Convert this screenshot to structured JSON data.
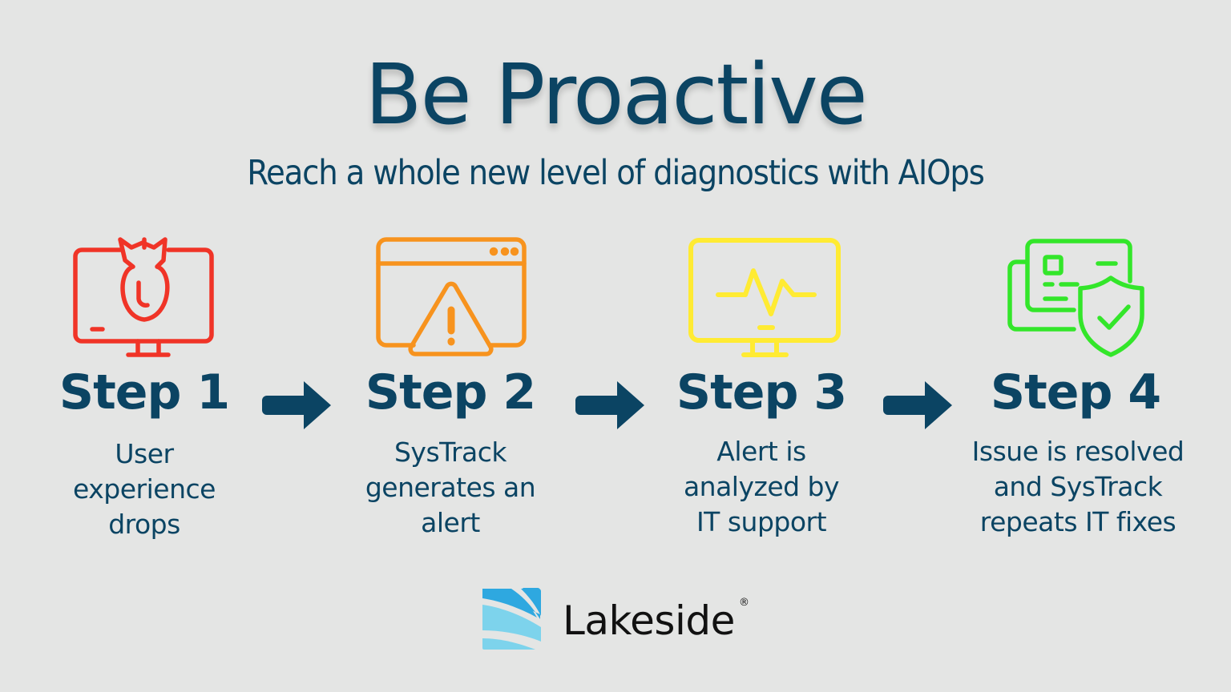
{
  "header": {
    "title": "Be Proactive",
    "subtitle": "Reach a whole new level of diagnostics with AIOps"
  },
  "steps": [
    {
      "title": "Step 1",
      "lines": [
        "User",
        "experience",
        "drops"
      ],
      "icon": "monitor-bomb-icon",
      "color": "#f03427"
    },
    {
      "title": "Step 2",
      "lines": [
        "SysTrack",
        "generates an",
        "alert"
      ],
      "icon": "browser-warning-icon",
      "color": "#f7931e"
    },
    {
      "title": "Step 3",
      "lines": [
        "Alert is",
        "analyzed by",
        "IT support"
      ],
      "icon": "monitor-pulse-icon",
      "color": "#ffeb33"
    },
    {
      "title": "Step 4",
      "lines": [
        "Issue is resolved",
        "and SysTrack",
        "repeats IT fixes"
      ],
      "icon": "card-shield-check-icon",
      "color": "#33e62a"
    }
  ],
  "arrows": {
    "count": 3,
    "color": "#0b4463"
  },
  "logo": {
    "text": "Lakeside",
    "registered": "®",
    "colors": {
      "dark": "#2ea8e0",
      "light": "#7dd3ec"
    }
  }
}
